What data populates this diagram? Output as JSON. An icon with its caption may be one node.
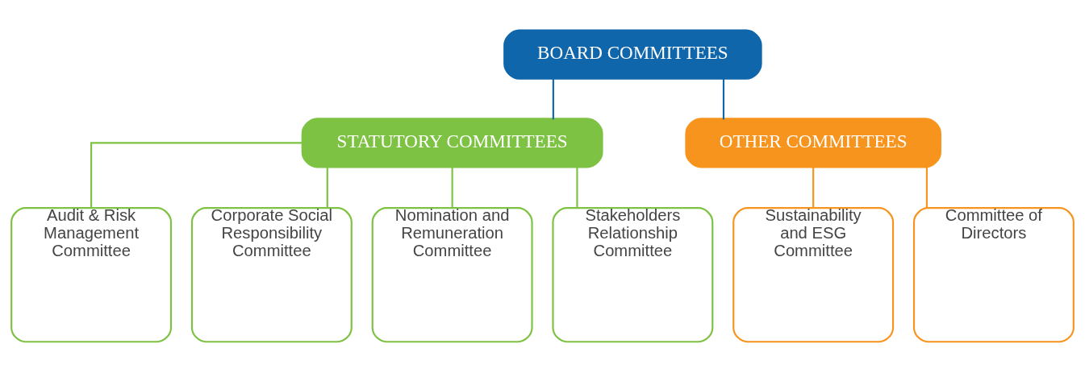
{
  "diagram": {
    "nodes": [
      {
        "text": [
          "BOARD COMMITTEES"
        ]
      },
      {
        "text": [
          "STATUTORY COMMITTEES"
        ]
      },
      {
        "text": [
          "OTHER COMMITTEES"
        ]
      },
      {
        "text": [
          "Audit & Risk Management Committee"
        ]
      },
      {
        "text": [
          "Corporate Social Responsibility Committee"
        ]
      },
      {
        "text": [
          "Nomination and Remuneration Committee"
        ]
      },
      {
        "text": [
          "Stakeholders Relationship Committee"
        ]
      },
      {
        "text": [
          "Sustainability and ESG Committee"
        ]
      },
      {
        "text": [
          "Committee of Directors"
        ]
      }
    ],
    "edges": [
      {
        "from": 0,
        "to": 1,
        "arrow": "none",
        "color": "#1066ab"
      },
      {
        "from": 0,
        "to": 2,
        "arrow": "none",
        "color": "#1066ab"
      },
      {
        "from": 1,
        "to": 3,
        "arrow": "none"
      },
      {
        "from": 1,
        "to": 4,
        "arrow": "none"
      },
      {
        "from": 1,
        "to": 5,
        "arrow": "none"
      },
      {
        "from": 1,
        "to": 6,
        "arrow": "none"
      },
      {
        "from": 2,
        "to": 7,
        "arrow": "none",
        "color": "#f7941d"
      },
      {
        "from": 2,
        "to": 8,
        "arrow": "none",
        "color": "#f7941d"
      }
    ]
  }
}
